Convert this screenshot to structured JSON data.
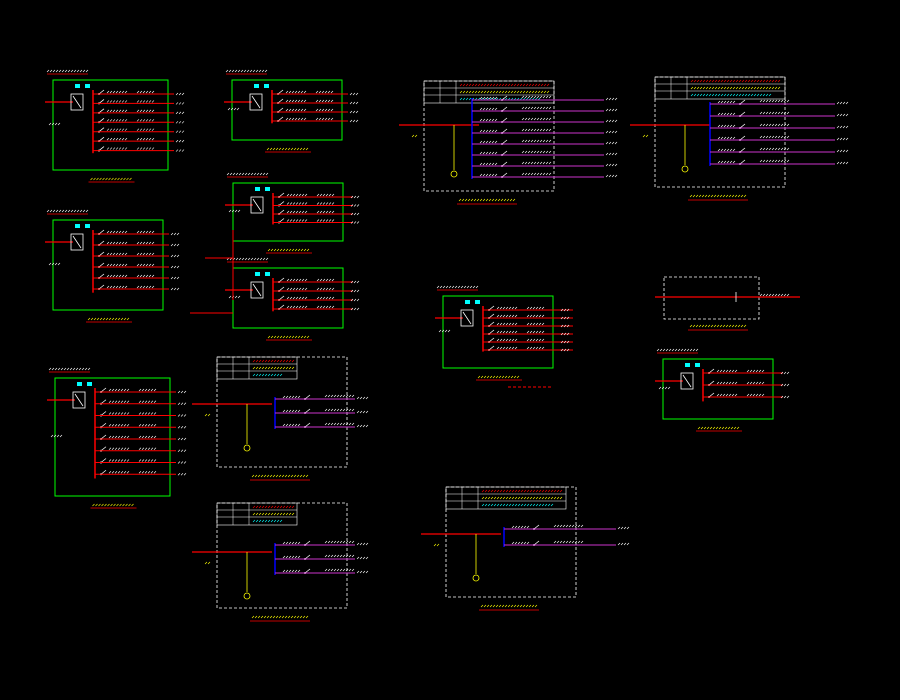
{
  "drawing": {
    "background": "#000000",
    "colors": {
      "frame": "#00ff00",
      "dashed_frame": "#ffffff",
      "feeder": "#ff0000",
      "feeder_alt": "#cc33cc",
      "bus": "#0000ff",
      "breaker": "#ffffff",
      "label": "#ffffff",
      "caption": "#ffff00",
      "meter": "#00ffff"
    },
    "panels": [
      {
        "id": "p1",
        "title_unreadable": true,
        "feeders": 7
      },
      {
        "id": "p2",
        "title_unreadable": true,
        "feeders": 4
      },
      {
        "id": "p3",
        "title_unreadable": true,
        "feeders": 4
      },
      {
        "id": "p4",
        "title_unreadable": true,
        "feeders": 4
      },
      {
        "id": "p5",
        "title_unreadable": true,
        "feeders": 7
      },
      {
        "id": "p6",
        "title_unreadable": true,
        "feeders": 8
      },
      {
        "id": "p7",
        "title_unreadable": true,
        "feeders": 3
      },
      {
        "id": "p8",
        "title_unreadable": true,
        "feeders": 2
      },
      {
        "id": "p9",
        "title_unreadable": true,
        "feeders": 3
      },
      {
        "id": "p10",
        "title_unreadable": true,
        "feeders": 8
      },
      {
        "id": "p11",
        "title_unreadable": true,
        "feeders": 6
      },
      {
        "id": "p12",
        "title_unreadable": true,
        "feeders": 1
      },
      {
        "id": "p13",
        "title_unreadable": true,
        "feeders": 3
      },
      {
        "id": "p14",
        "title_unreadable": true,
        "feeders": 2
      }
    ]
  }
}
